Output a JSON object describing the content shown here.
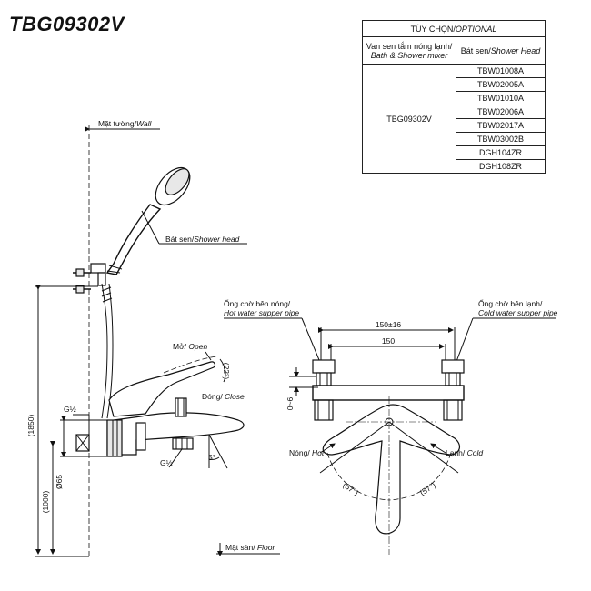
{
  "title": "TBG09302V",
  "optional_table": {
    "header_vi": "TÙY CHỌN/",
    "header_en": "OPTIONAL",
    "col1_vi": "Van sen tắm nóng lạnh/",
    "col1_en": "Bath & Shower mixer",
    "col2_vi": "Bát sen/",
    "col2_en": "Shower Head",
    "model": "TBG09302V",
    "codes": [
      "TBW01008A",
      "TBW02005A",
      "TBW01010A",
      "TBW02006A",
      "TBW02017A",
      "TBW03002B",
      "DGH104ZR",
      "DGH108ZR"
    ]
  },
  "side_view": {
    "wall_vi": "Mặt tường/",
    "wall_en": "Wall",
    "shower_head_vi": "Bát sen/",
    "shower_head_en": "Shower head",
    "open_vi": "Mở/ ",
    "open_en": "Open",
    "close_vi": "Đóng/ ",
    "close_en": "Close",
    "angle_22": "(22°)",
    "angle_5": "5°",
    "thread_1": "G½",
    "thread_2": "G½",
    "dia_65": "Ø65",
    "height_1850": "(1850)",
    "height_1000": "(1000)",
    "floor_vi": "Mặt sàn/ ",
    "floor_en": "Floor"
  },
  "front_view": {
    "hot_pipe_vi": "Ống chờ bên nóng/",
    "hot_pipe_en": "Hot water supper pipe",
    "cold_pipe_vi": "Ống chờ bên lạnh/",
    "cold_pipe_en": "Cold water supper pipe",
    "dim_150_16": "150±16",
    "dim_150": "150",
    "dim_0_6": "0~6",
    "hot_vi": "Nóng/ ",
    "hot_en": "Hot",
    "cold_vi": "Lạnh/ ",
    "cold_en": "Cold",
    "angle_left": "(57°)",
    "angle_right": "(57°)"
  }
}
